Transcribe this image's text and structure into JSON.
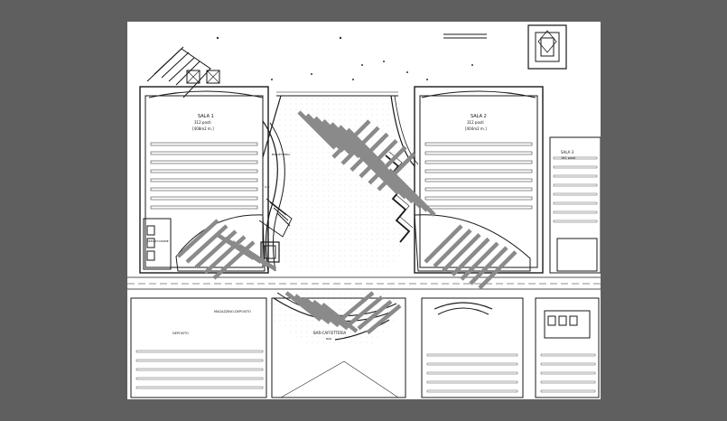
{
  "viewer": {
    "background_color": "#5f5f5f",
    "sheet_color": "#ffffff"
  },
  "plan": {
    "room_left": {
      "name": "SALA 1",
      "line1": "312 posti",
      "line2": "[408m2 m.]"
    },
    "room_right": {
      "name": "SALA 2",
      "line1": "312 posti",
      "line2": "[404m2 m.]"
    },
    "room_far_right": {
      "name": "SALA 3",
      "line1": "181 posti"
    },
    "labels": {
      "bottom_left_room": "MAGAZZINO-DEPOSITO",
      "bottom_left_sub": "DEPOSITO",
      "toilet_left": "SERVIZI DONNE",
      "center_counter": "BAR-CAFFETTERIA",
      "counter_sub": "BAR",
      "small_a": "BIGLIETTERIA",
      "small_b": "Q.E."
    },
    "colors": {
      "line": "#1a1a1a",
      "seat_bar": "#8a8a8a",
      "hatch": "#d9d9d9"
    }
  }
}
